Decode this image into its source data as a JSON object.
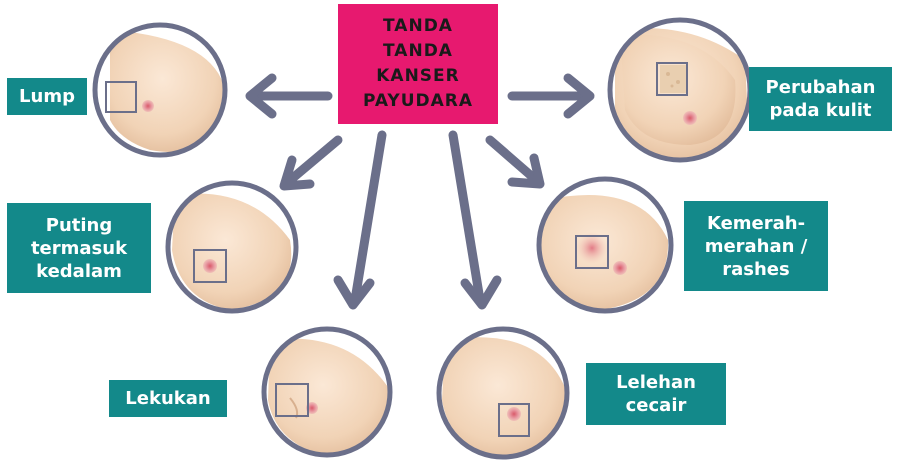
{
  "title": {
    "lines": [
      "TANDA",
      "TANDA",
      "KANSER",
      "PAYUDARA"
    ]
  },
  "signs": {
    "lump": {
      "lines": [
        "Lump"
      ]
    },
    "skin_change": {
      "lines": [
        "Perubahan",
        "pada kulit"
      ]
    },
    "inverted_nipple": {
      "lines": [
        "Puting",
        "termasuk",
        "kedalam"
      ]
    },
    "redness_rashes": {
      "lines": [
        "Kemerah-",
        "merahan /",
        "rashes"
      ]
    },
    "dimpling": {
      "lines": [
        "Lekukan"
      ]
    },
    "nipple_discharge": {
      "lines": [
        "Lelehan",
        "cecair"
      ]
    }
  },
  "colors": {
    "title_bg": "#e7196f",
    "label_bg": "#13898a",
    "arrow": "#6b6f8a",
    "circle_border": "#6b6f8a",
    "skin": "#f3d9c0",
    "nipple": "#e4909a"
  }
}
